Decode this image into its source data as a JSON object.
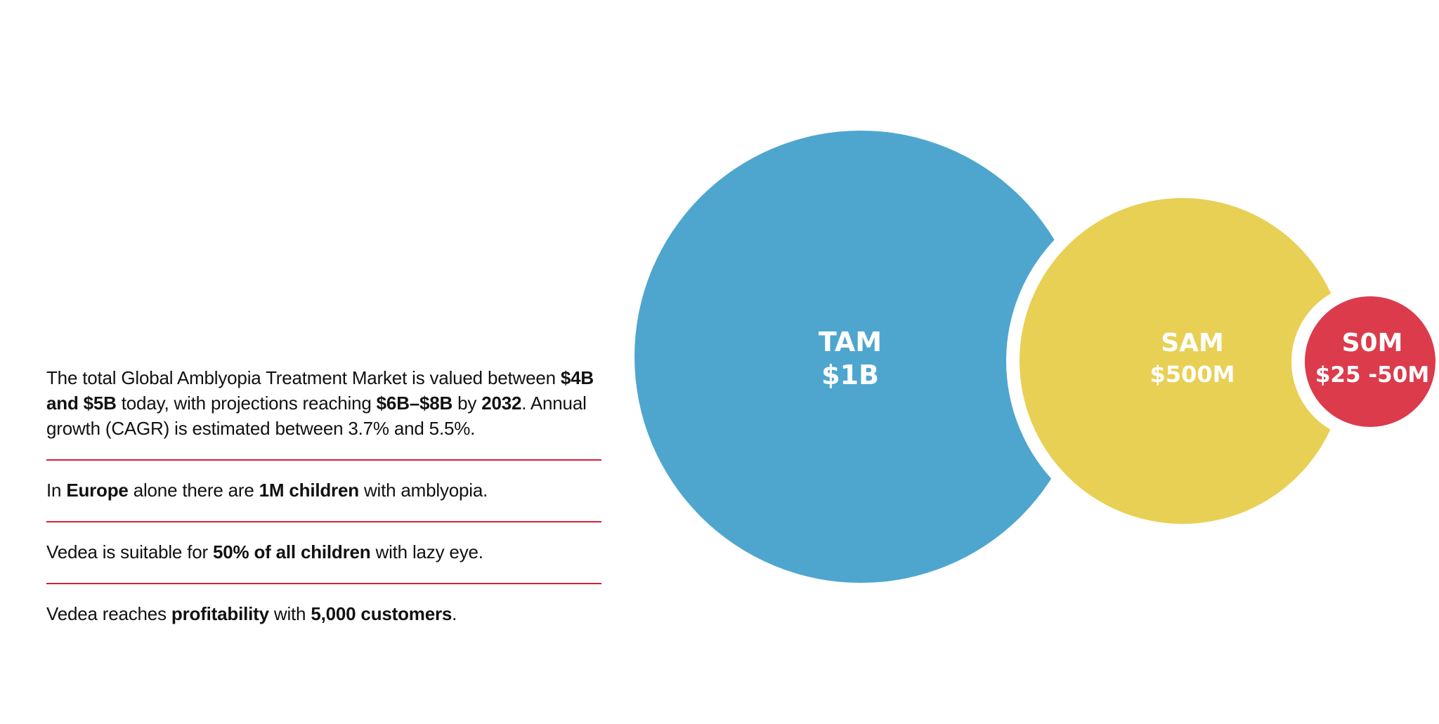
{
  "diagram": {
    "circles": [
      {
        "id": "tam",
        "name": "TAM",
        "value": "$1B",
        "color": "#4ea6cf"
      },
      {
        "id": "sam",
        "name": "SAM",
        "value": "$500M",
        "color": "#e8d055"
      },
      {
        "id": "som",
        "name": "S0M",
        "value": "$25 -50M",
        "color": "#dc3b4c"
      }
    ],
    "background": "#ffffff"
  },
  "facts": [
    {
      "parts": [
        {
          "text": "The total Global Amblyopia Treatment Market is valued between ",
          "bold": false
        },
        {
          "text": "$4B and $5B",
          "bold": true
        },
        {
          "text": " today, with projections reaching ",
          "bold": false
        },
        {
          "text": "$6B–$8B",
          "bold": true
        },
        {
          "text": " by ",
          "bold": false
        },
        {
          "text": "2032",
          "bold": true
        },
        {
          "text": ". Annual growth (CAGR) is estimated between 3.7% and 5.5%.",
          "bold": false
        }
      ]
    },
    {
      "parts": [
        {
          "text": "In ",
          "bold": false
        },
        {
          "text": "Europe",
          "bold": true
        },
        {
          "text": " alone there are ",
          "bold": false
        },
        {
          "text": "1M children",
          "bold": true
        },
        {
          "text": " with amblyopia.",
          "bold": false
        }
      ]
    },
    {
      "parts": [
        {
          "text": "Vedea is suitable for ",
          "bold": false
        },
        {
          "text": "50% of all children",
          "bold": true
        },
        {
          "text": " with lazy eye.",
          "bold": false
        }
      ]
    },
    {
      "parts": [
        {
          "text": "Vedea reaches ",
          "bold": false
        },
        {
          "text": "profitability",
          "bold": true
        },
        {
          "text": " with ",
          "bold": false
        },
        {
          "text": "5,000 customers",
          "bold": true
        },
        {
          "text": ".",
          "bold": false
        }
      ]
    }
  ],
  "divider_color": "#d21f3c"
}
